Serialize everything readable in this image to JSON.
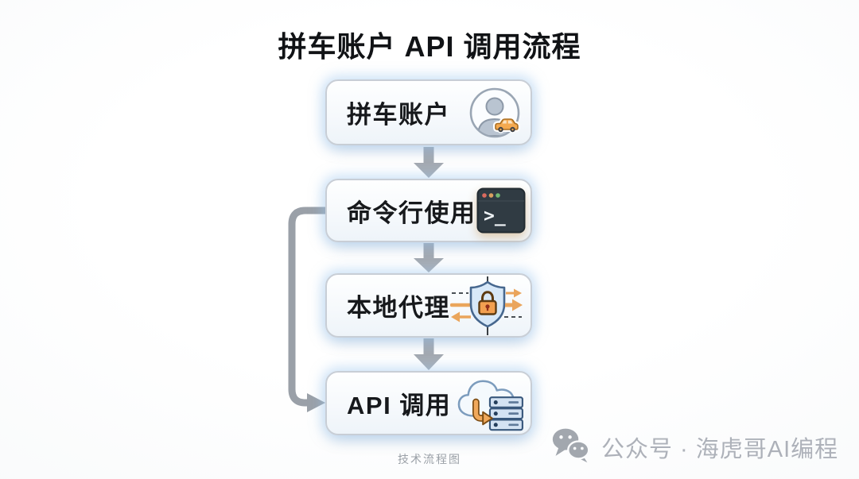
{
  "title": "拼车账户 API 调用流程",
  "flow": {
    "nodes": [
      {
        "id": "carpool-account",
        "label": "拼车账户",
        "icon": "user-avatar-car-icon"
      },
      {
        "id": "cli-usage",
        "label": "命令行使用",
        "icon": "terminal-icon",
        "icon_text": ">_"
      },
      {
        "id": "local-proxy",
        "label": "本地代理",
        "icon": "shield-lock-icon"
      },
      {
        "id": "api-call",
        "label": "API 调用",
        "icon": "cloud-server-icon"
      }
    ],
    "connectors": [
      {
        "from": "carpool-account",
        "to": "cli-usage",
        "style": "down-arrow"
      },
      {
        "from": "cli-usage",
        "to": "local-proxy",
        "style": "down-arrow"
      },
      {
        "from": "local-proxy",
        "to": "api-call",
        "style": "down-arrow"
      },
      {
        "from": "cli-usage",
        "to": "api-call",
        "style": "left-loop-arrow"
      }
    ]
  },
  "caption": "技术流程图",
  "watermark": {
    "icon": "wechat-icon",
    "text": "公众号 · 海虎哥AI编程"
  },
  "colors": {
    "title_text": "#111316",
    "node_text": "#17191c",
    "node_border": "#c8ced6",
    "node_glow": "#9ec8f0",
    "arrow_gray": "#a5abb3",
    "loop_arrow_gray": "#9aa0a8",
    "accent_orange": "#f0a653",
    "terminal_bg": "#303b43",
    "shield_fill": "#d7e8f8",
    "shield_border": "#46678e",
    "server_fill": "#d4e3f3",
    "server_border": "#39587c",
    "watermark_gray": "#adb1b9"
  }
}
